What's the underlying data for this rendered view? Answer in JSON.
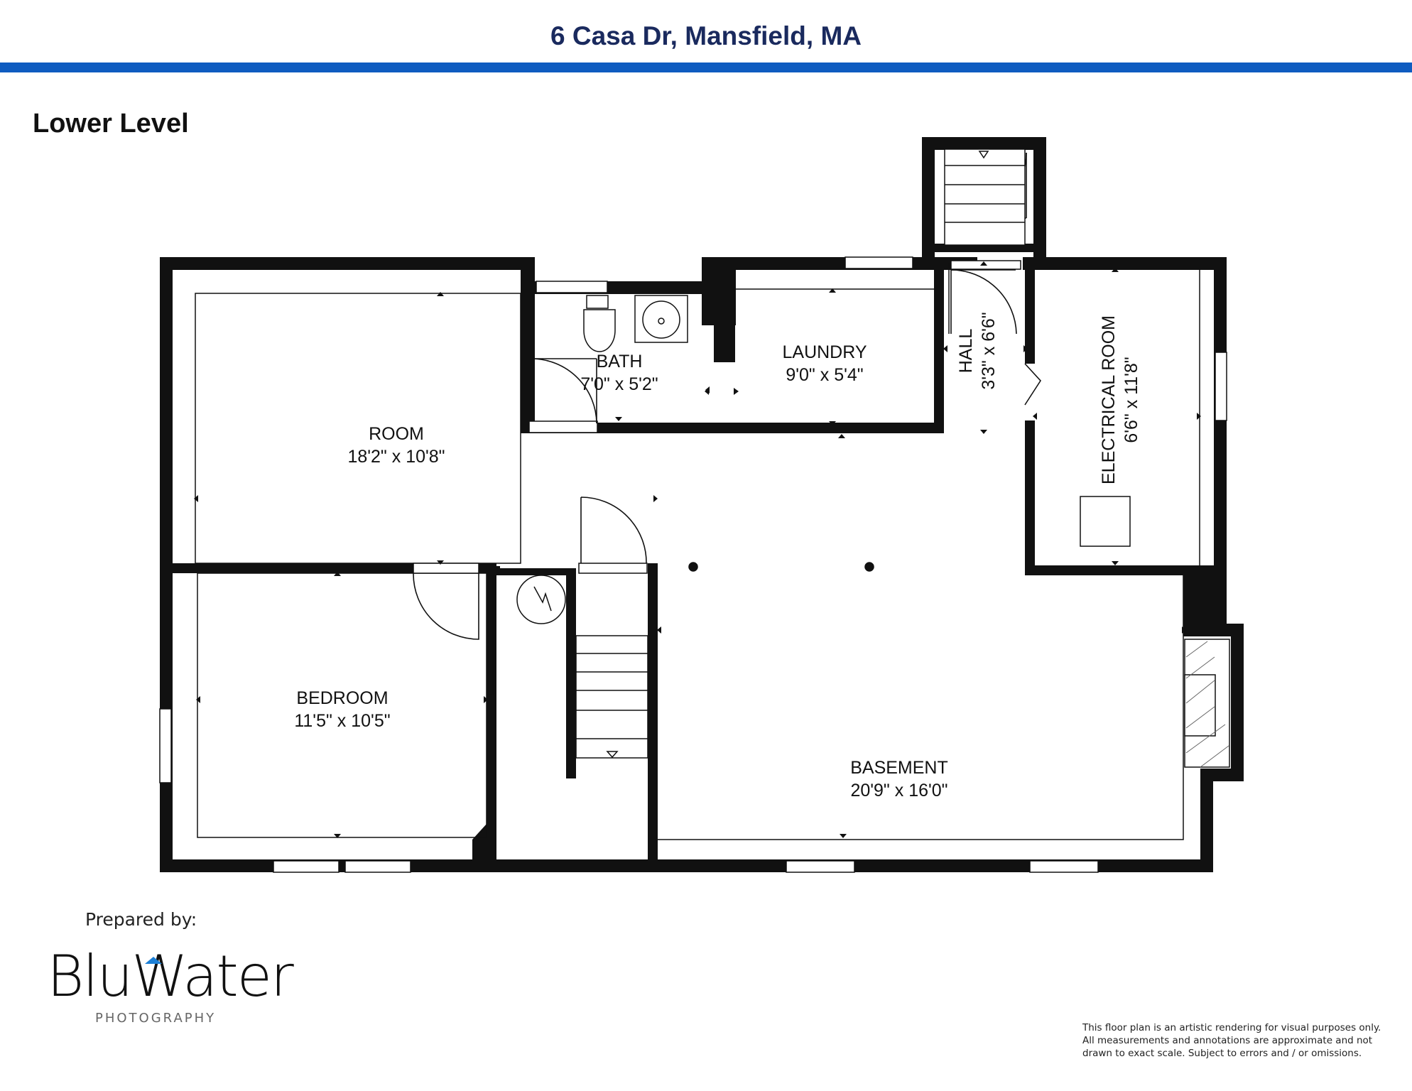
{
  "header": {
    "address": "6 Casa Dr, Mansfield, MA",
    "accent_color": "#0f5cc0",
    "title_color": "#1a2a5e"
  },
  "floor": {
    "level_name": "Lower Level",
    "rooms": [
      {
        "name": "ROOM",
        "size": "18'2\" x 10'8\""
      },
      {
        "name": "BATH",
        "size": "7'0\" x 5'2\""
      },
      {
        "name": "LAUNDRY",
        "size": "9'0\" x 5'4\""
      },
      {
        "name": "HALL",
        "size": "3'3\" x 6'6\""
      },
      {
        "name": "ELECTRICAL ROOM",
        "size": "6'6\" x 11'8\""
      },
      {
        "name": "BASEMENT",
        "size": "20'9\" x 16'0\""
      },
      {
        "name": "BEDROOM",
        "size": "11'5\" x 10'5\""
      }
    ]
  },
  "footer": {
    "prepared_by": "Prepared by:",
    "logo_main": "BluWater",
    "logo_sub": "PHOTOGRAPHY",
    "disclaimer": "This floor plan is an artistic rendering for visual purposes only.  All measurements and annotations are approximate and not drawn to exact scale. Subject to errors and / or omissions."
  }
}
